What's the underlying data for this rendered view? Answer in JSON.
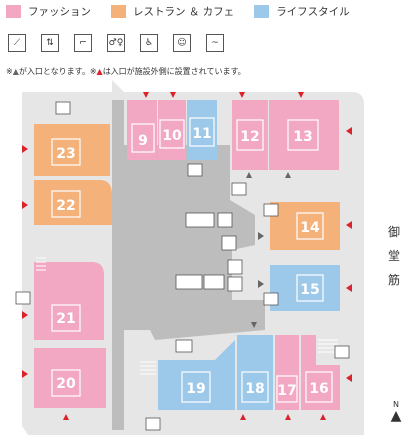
{
  "legend": [
    {
      "label": "ファッション",
      "color": "#f2a7c3"
    },
    {
      "label": "レストラン ＆ カフェ",
      "color": "#f4b27a"
    },
    {
      "label": "ライフスタイル",
      "color": "#9cc8ea"
    }
  ],
  "facility_icons": [
    "escalator-icon",
    "elevator-icon",
    "stairs-icon",
    "restroom-icon",
    "accessible-restroom-icon",
    "baby-icon",
    "smoking-area-icon"
  ],
  "note": {
    "part1": "※",
    "part2": "が入口となります。※",
    "part3": "は入口が施設外側に設置されています。"
  },
  "stores": [
    {
      "id": "9",
      "category": "fashion"
    },
    {
      "id": "10",
      "category": "fashion"
    },
    {
      "id": "11",
      "category": "lifestyle"
    },
    {
      "id": "12",
      "category": "fashion"
    },
    {
      "id": "13",
      "category": "fashion"
    },
    {
      "id": "14",
      "category": "restaurant"
    },
    {
      "id": "15",
      "category": "lifestyle"
    },
    {
      "id": "16",
      "category": "fashion"
    },
    {
      "id": "17",
      "category": "fashion"
    },
    {
      "id": "18",
      "category": "lifestyle"
    },
    {
      "id": "19",
      "category": "lifestyle"
    },
    {
      "id": "20",
      "category": "fashion"
    },
    {
      "id": "21",
      "category": "fashion"
    },
    {
      "id": "22",
      "category": "restaurant"
    },
    {
      "id": "23",
      "category": "restaurant"
    }
  ],
  "street_name": [
    "御",
    "堂",
    "筋"
  ],
  "north_label": "N",
  "colors": {
    "fashion": "#f2a7c3",
    "restaurant": "#f4b27a",
    "lifestyle": "#9cc8ea",
    "corridor": "#bdbdbd",
    "floor": "#e6e6e6",
    "entrance_red": "#d9232d",
    "entrance_gray": "#666666"
  }
}
